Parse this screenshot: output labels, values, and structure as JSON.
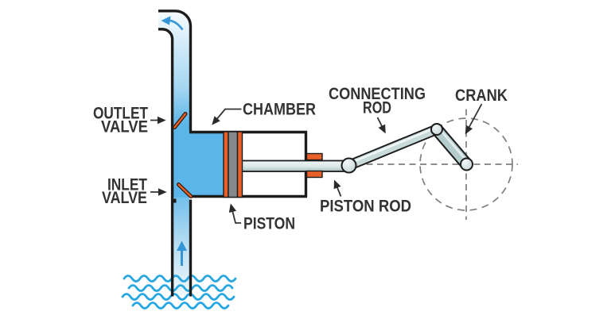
{
  "labels": {
    "outlet_valve": {
      "line1": "OUTLET",
      "line2": "VALVE"
    },
    "inlet_valve": {
      "line1": "INLET",
      "line2": "VALVE"
    },
    "chamber": "CHAMBER",
    "piston": "PISTON",
    "piston_rod": "PISTON ROD",
    "connecting_rod": {
      "line1": "CONNECTING",
      "line2": "ROD"
    },
    "crank": "CRANK"
  },
  "colors": {
    "water": "#5bb5e8",
    "wave": "#29a7e0",
    "flow": "#3496d6",
    "orange": "#e85f28",
    "pistonGray": "#85898c",
    "steel": "#c9dada",
    "steelDark": "#b5cccd",
    "outline": "#1c1c1c",
    "dash": "#7f7f7f",
    "label": "#333333"
  }
}
